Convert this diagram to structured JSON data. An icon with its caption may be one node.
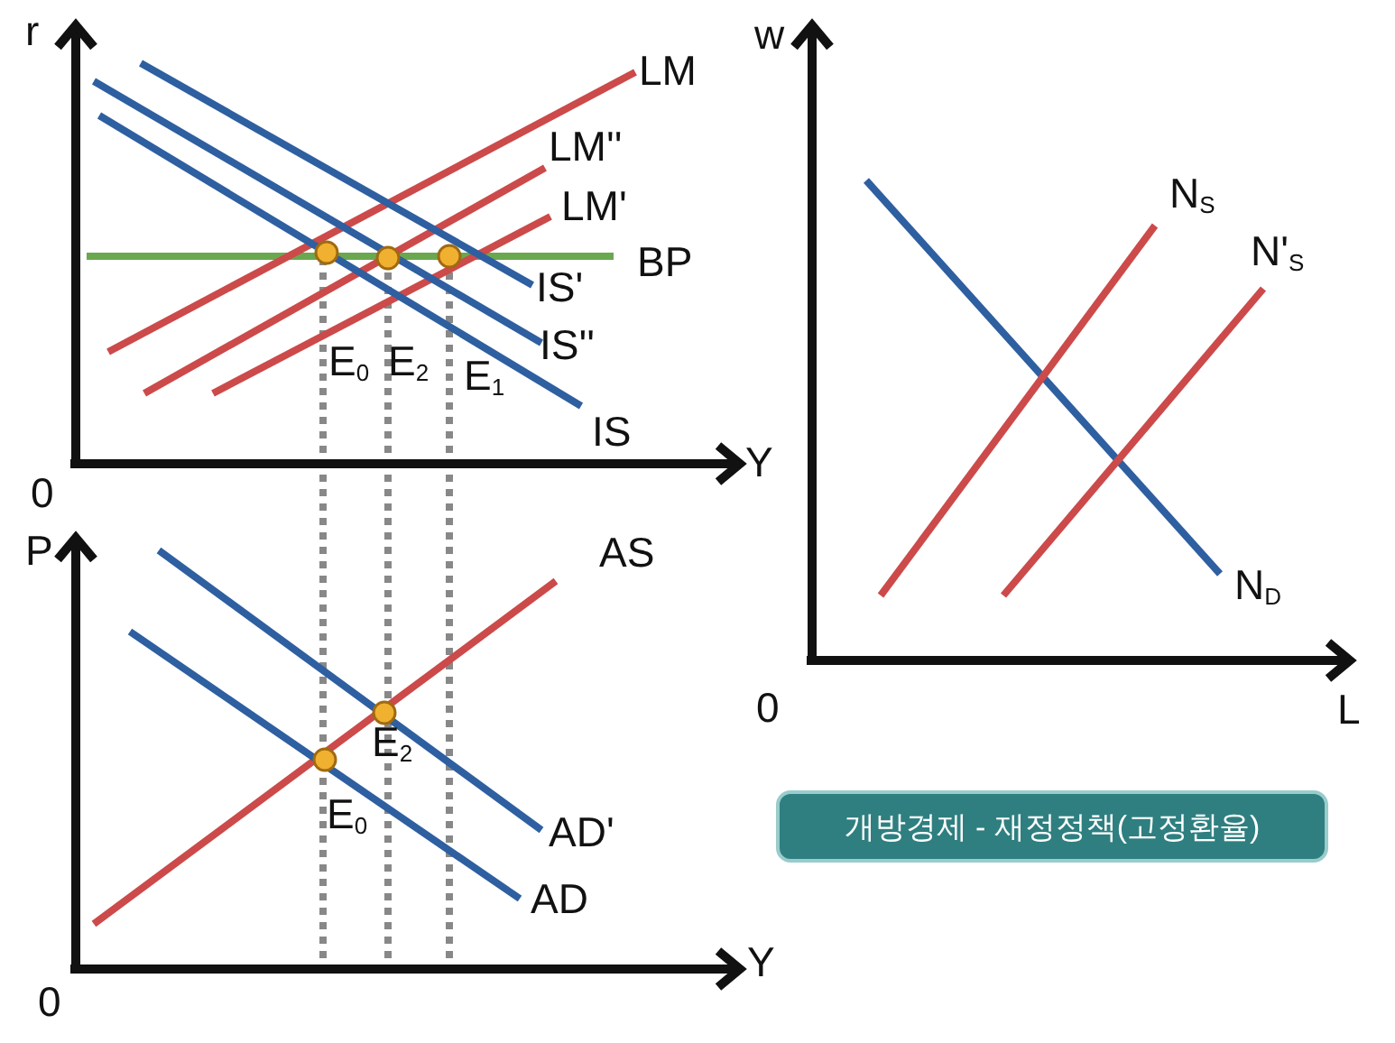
{
  "diagram": {
    "nodes": [
      {
        "text": [
          "개방경제 - 재정정책(고정환율)"
        ]
      }
    ],
    "labels": [
      "r",
      "w",
      "LM",
      "LM''",
      "LM'",
      "N$_{S}$",
      "BP",
      "N'$_{S}$",
      "IS'",
      "IS''",
      "E$_{0}$",
      "E$_{2}$",
      "E$_{1}$",
      "IS",
      "Y",
      "0",
      "P",
      "AS",
      "N$_{D}$",
      "0",
      "L",
      "E$_{2}$",
      "E$_{0}$",
      "AD'",
      "AD",
      "Y",
      "0"
    ]
  }
}
